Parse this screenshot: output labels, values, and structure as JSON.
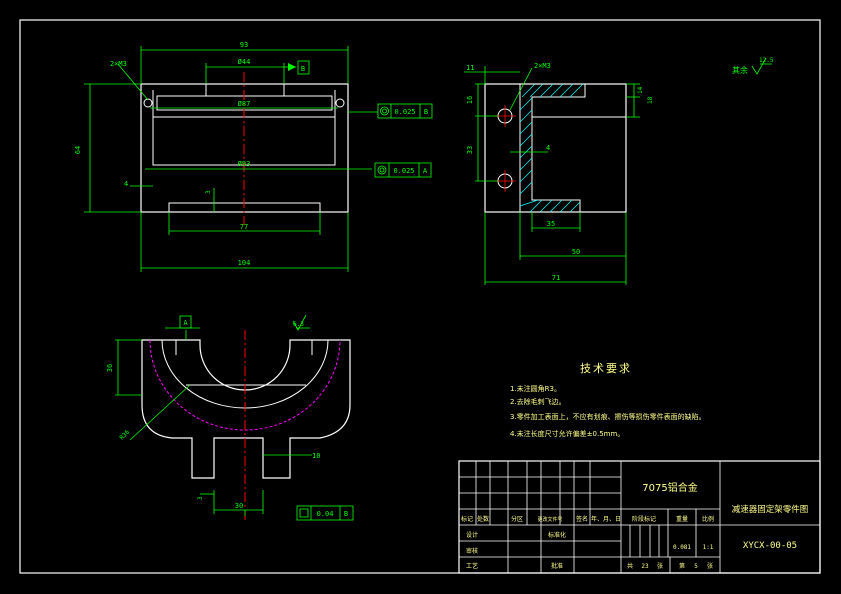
{
  "colors": {
    "background": "#000000",
    "outline": "#ffffff",
    "dimension": "#00ff00",
    "centerline": "#ff0000",
    "arc": "#ff00ff",
    "hatch": "#00ffff",
    "text_yellow": "#ffff88"
  },
  "front_view": {
    "dim_width_top": "93",
    "dim_bore_44": "Ø44",
    "datum_b": "B",
    "dim_holes": "2×M3",
    "dim_bore_87": "Ø87",
    "dim_bore_93": "Ø93",
    "dim_height": "64",
    "dim_wall": "4",
    "dim_small": "3",
    "dim_slot": "77",
    "dim_total_width": "104",
    "tol1_value": "0.025",
    "tol1_datum": "B",
    "tol2_value": "0.025",
    "tol2_datum": "A"
  },
  "side_view": {
    "dim_top_left": "11",
    "dim_holes": "2×M3",
    "dim_16": "16",
    "dim_33": "33",
    "dim_4": "4",
    "dim_14": "14",
    "dim_18": "18",
    "dim_35": "35",
    "dim_50": "50",
    "dim_71": "71"
  },
  "bottom_view": {
    "datum_a": "A",
    "roughness": "6.3",
    "dim_height": "36",
    "dim_radius": "R36",
    "dim_10": "10",
    "dim_3": "3",
    "dim_30": "30",
    "tol_value": "0.04",
    "tol_datum": "B"
  },
  "roughness_note": {
    "value": "12.5",
    "label": "其余"
  },
  "tech_req": {
    "title": "技术要求",
    "lines": [
      "1.未注圆角R3。",
      "2.去除毛刺飞边。",
      "3.零件加工表面上，不应有划痕、擦伤等损伤零件表面的缺陷。",
      "4.未注长度尺寸允许偏差±0.5mm。"
    ]
  },
  "title_block": {
    "material": "7075铝合金",
    "part_name": "减速器固定架零件图",
    "drawing_no": "XYCX-00-05",
    "row_labels": [
      "标记",
      "处数",
      "分区",
      "更改文件号",
      "签名",
      "年、月、日"
    ],
    "design": "设计",
    "standardize": "标准化",
    "stage_mark": "阶段标记",
    "weight": "重量",
    "scale": "比例",
    "weight_value": "0.081",
    "scale_value": "1:1",
    "review": "审核",
    "process": "工艺",
    "approve": "批准",
    "total_label": "共",
    "total_value": "23",
    "sheet_word": "张",
    "page_label": "第",
    "page_value": "5",
    "page_word": "张"
  }
}
